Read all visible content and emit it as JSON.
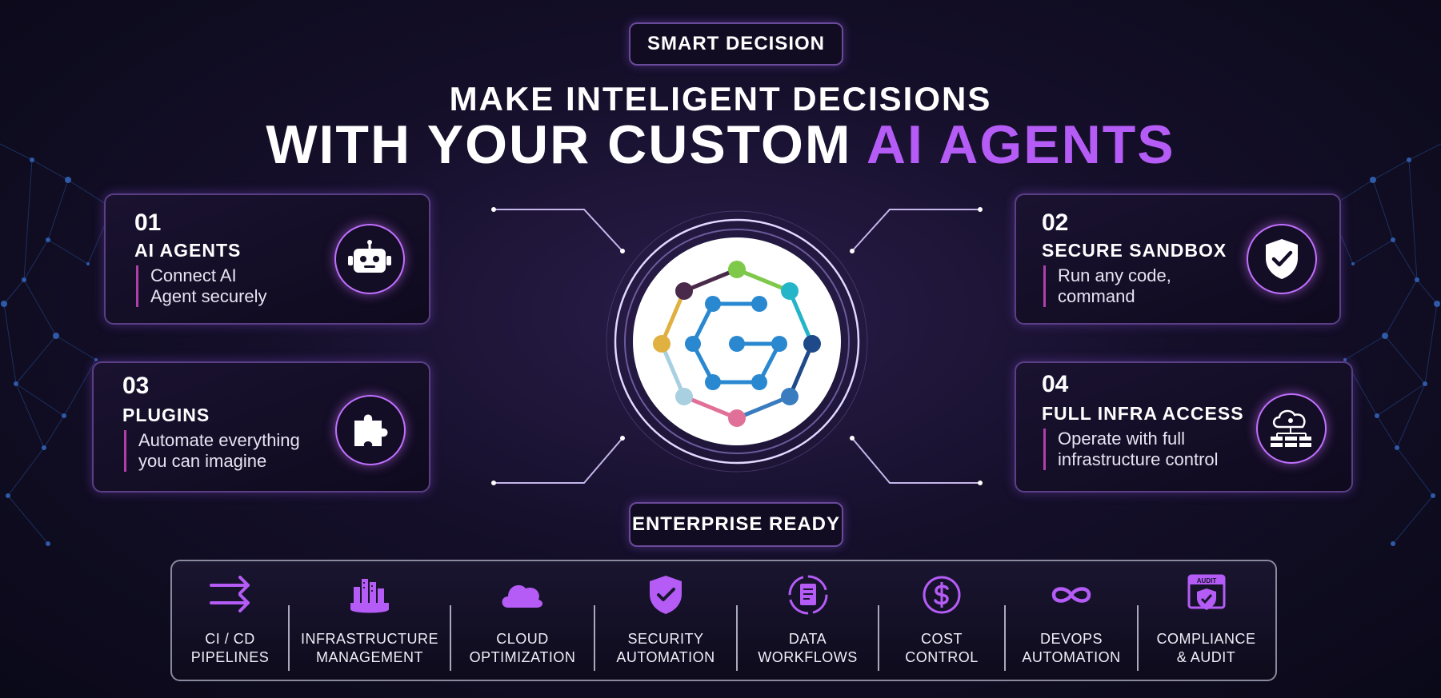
{
  "header": {
    "badge": "SMART DECISION",
    "line1": "MAKE INTELIGENT DECISIONS",
    "line2_main": "WITH YOUR CUSTOM ",
    "line2_accent": "AI AGENTS"
  },
  "cards": [
    {
      "num": "01",
      "title": "AI AGENTS",
      "desc1": "Connect AI",
      "desc2": "Agent securely",
      "icon": "robot-icon"
    },
    {
      "num": "02",
      "title": "SECURE SANDBOX",
      "desc1": "Run any code,",
      "desc2": "command",
      "icon": "shield-check-icon"
    },
    {
      "num": "03",
      "title": "PLUGINS",
      "desc1": "Automate everything",
      "desc2": "you can imagine",
      "icon": "puzzle-icon"
    },
    {
      "num": "04",
      "title": "FULL INFRA ACCESS",
      "desc1": "Operate with full",
      "desc2": "infrastructure control",
      "icon": "cloud-network-icon"
    }
  ],
  "enterprise_badge": "ENTERPRISE READY",
  "features": [
    {
      "line1": "CI / CD",
      "line2": "PIPELINES",
      "icon": "arrows-icon"
    },
    {
      "line1": "INFRASTRUCTURE",
      "line2": "MANAGEMENT",
      "icon": "buildings-gear-icon"
    },
    {
      "line1": "CLOUD",
      "line2": "OPTIMIZATION",
      "icon": "cloud-icon"
    },
    {
      "line1": "SECURITY",
      "line2": "AUTOMATION",
      "icon": "shield-icon"
    },
    {
      "line1": "DATA",
      "line2": "WORKFLOWS",
      "icon": "document-cycle-icon"
    },
    {
      "line1": "COST",
      "line2": "CONTROL",
      "icon": "dollar-icon"
    },
    {
      "line1": "DEVOPS",
      "line2": "AUTOMATION",
      "icon": "infinity-icon"
    },
    {
      "line1": "COMPLIANCE",
      "line2": "& AUDIT",
      "icon": "audit-icon",
      "icon_text": "AUDIT"
    }
  ],
  "colors": {
    "accent": "#b45cf5",
    "background": "#150f2a",
    "card_border": "#5a3f86"
  }
}
